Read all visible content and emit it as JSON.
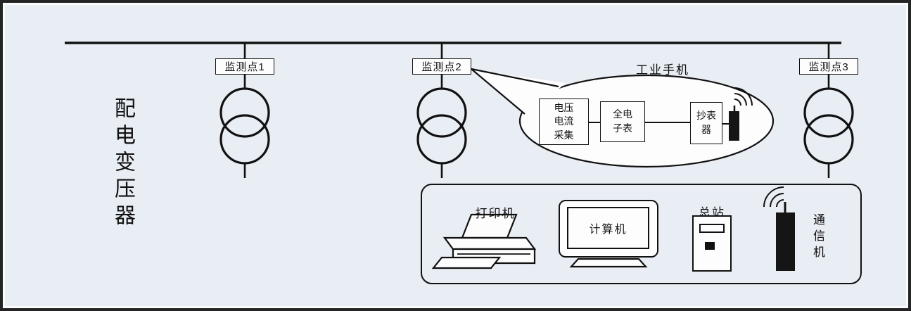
{
  "scene": {
    "left_label": "配电变压器",
    "monitor_points": [
      {
        "label": "监测点1"
      },
      {
        "label": "监测点2"
      },
      {
        "label": "监测点3"
      }
    ],
    "bubble": {
      "title": "工业手机",
      "boxes": [
        {
          "label": "电压\n电流\n采集"
        },
        {
          "label": "全电\n子表"
        },
        {
          "label": "抄表\n器"
        }
      ]
    },
    "station": {
      "printer_label": "打印机",
      "computer_label": "计算机",
      "master_label": "总站",
      "comm_label": "通信机"
    },
    "colors": {
      "background": "#e9edf4",
      "line": "#111111",
      "box_fill": "#fdfdfe"
    }
  }
}
